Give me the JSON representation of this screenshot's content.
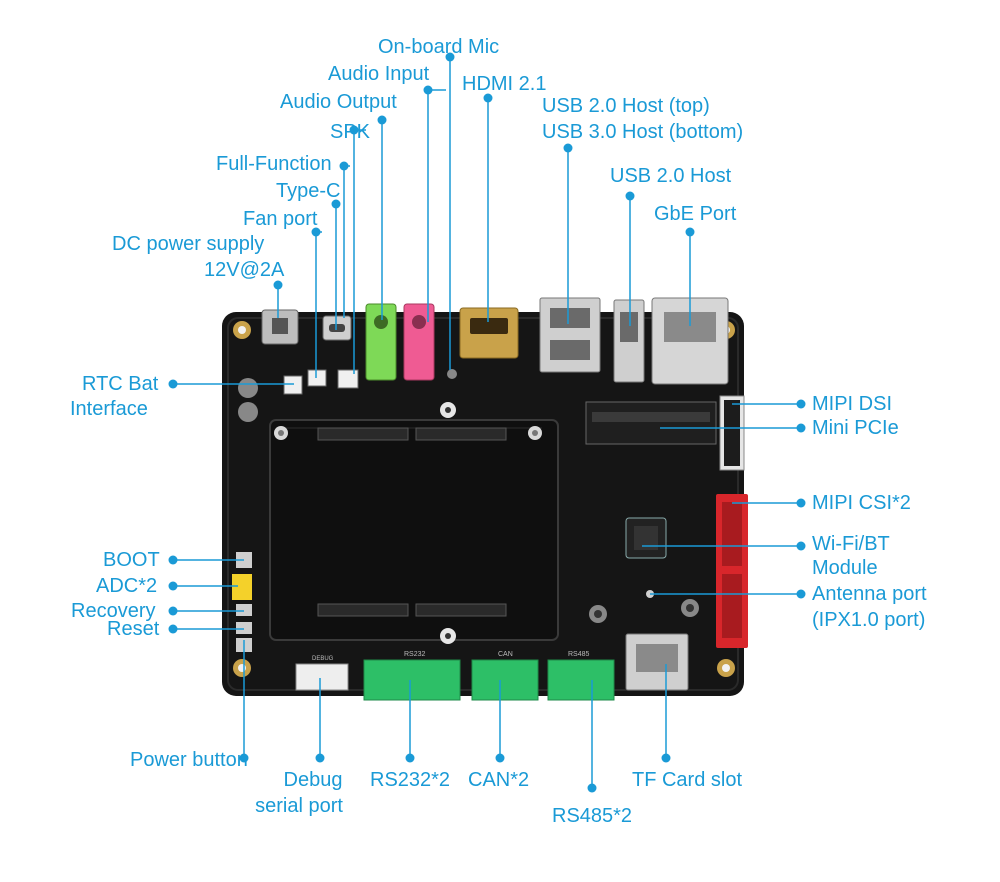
{
  "colors": {
    "accent": "#1a9ad6",
    "board": "#151515",
    "terminal": "#2dbf67",
    "csi": "#d8262b",
    "audio_green": "#7ed957",
    "audio_pink": "#ef5b93",
    "gold": "#c9a24a"
  },
  "labels": {
    "onboard_mic": "On-board Mic",
    "audio_input": "Audio Input",
    "hdmi": "HDMI 2.1",
    "audio_output": "Audio Output",
    "usb_top": "USB 2.0 Host (top)",
    "usb_bottom": "USB 3.0 Host (bottom)",
    "spk": "SPK",
    "full_function": "Full-Function",
    "type_c": "Type-C",
    "usb2_host": "USB 2.0 Host",
    "fan_port": "Fan port",
    "gbe_port": "GbE Port",
    "dc_power_1": "DC power supply",
    "dc_power_2": "12V@2A",
    "rtc_1": "RTC Bat",
    "rtc_2": "Interface",
    "mipi_dsi": "MIPI DSI",
    "mini_pcie": "Mini PCIe",
    "mipi_csi": "MIPI CSI*2",
    "wifi_1": "Wi-Fi/BT",
    "wifi_2": "Module",
    "antenna_1": "Antenna port",
    "antenna_2": "(IPX1.0 port)",
    "boot": "BOOT",
    "adc": "ADC*2",
    "recovery": "Recovery",
    "reset": "Reset",
    "power_button": "Power button",
    "debug_1": "Debug",
    "debug_2": "serial port",
    "rs232": "RS232*2",
    "can": "CAN*2",
    "rs485": "RS485*2",
    "tf_card": "TF Card slot"
  },
  "silkscreen": {
    "rs232": "RS232",
    "can": "CAN",
    "rs485": "RS485",
    "debug": "DEBUG"
  },
  "icons": {
    "callout_dot": "filled-circle"
  }
}
